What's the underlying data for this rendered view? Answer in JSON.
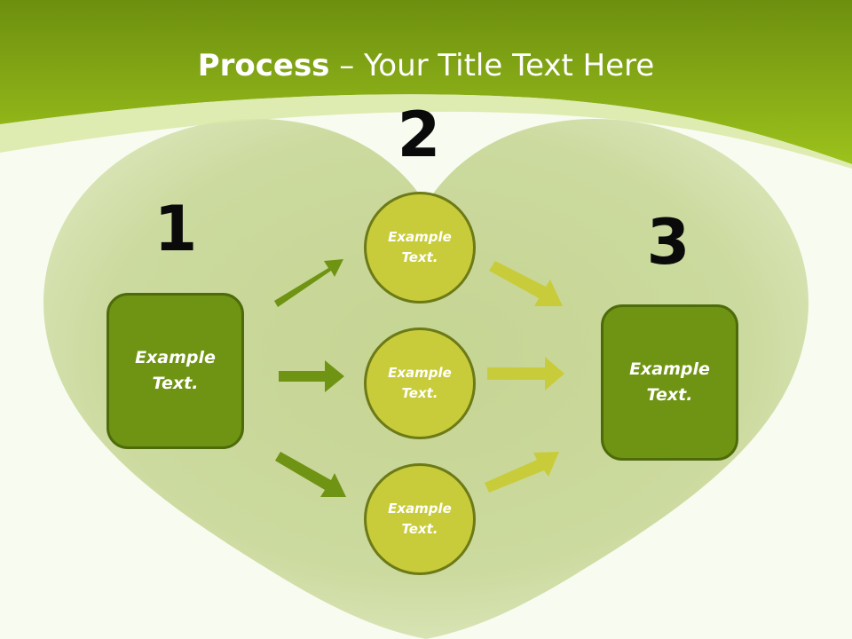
{
  "title": {
    "bold": "Process",
    "rest": " – Your Title Text Here"
  },
  "steps": {
    "one": "1",
    "two": "2",
    "three": "3"
  },
  "boxes": {
    "left": "Example\nText.",
    "right": "Example\nText."
  },
  "circles": {
    "top": "Example\nText.",
    "middle": "Example\nText.",
    "bottom": "Example\nText."
  },
  "colors": {
    "header_green": "#93b81a",
    "box_green": "#6f9312",
    "circle_yellow": "#c8cc3a",
    "arrow_dark": "#6f9312",
    "arrow_light": "#c8cc3a"
  }
}
